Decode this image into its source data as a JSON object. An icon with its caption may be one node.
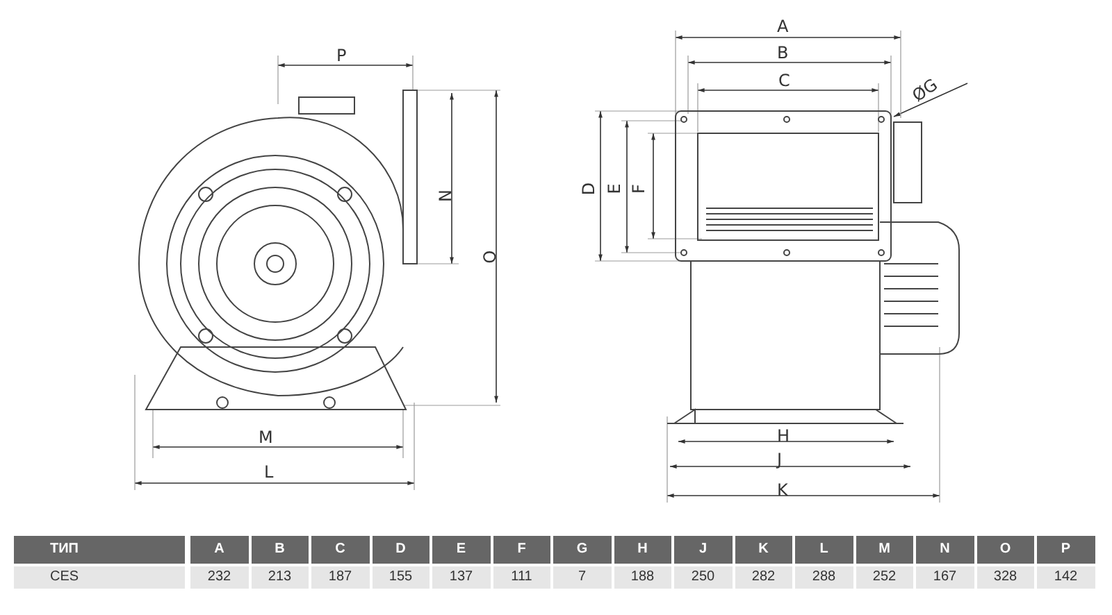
{
  "diagram": {
    "labels": [
      "P",
      "N",
      "O",
      "M",
      "L",
      "A",
      "B",
      "C",
      "ØG",
      "D",
      "E",
      "F",
      "H",
      "J",
      "K",
      "ТИП",
      "A",
      "B",
      "C",
      "D",
      "E",
      "F",
      "G",
      "H",
      "J",
      "K",
      "L",
      "M",
      "N",
      "O",
      "P",
      "CES",
      "232",
      "213",
      "187",
      "155",
      "137",
      "111",
      "7",
      "188",
      "250",
      "282",
      "288",
      "252",
      "167",
      "328",
      "142"
    ]
  }
}
